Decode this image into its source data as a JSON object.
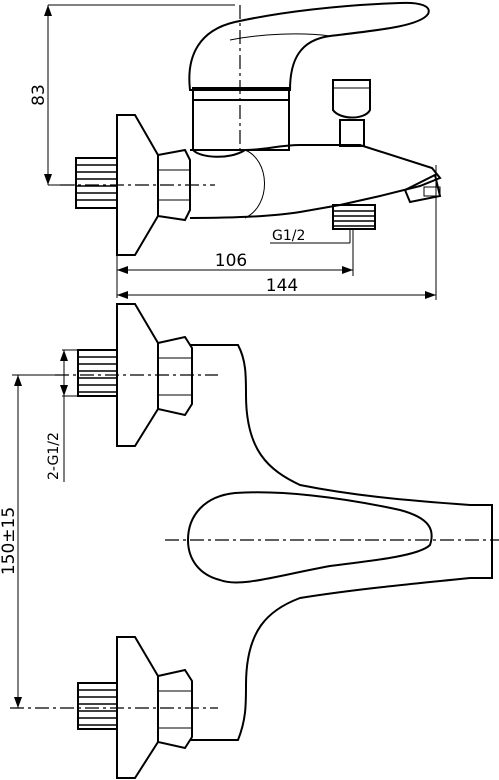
{
  "dimensions": {
    "height_83": "83",
    "length_106": "106",
    "length_144": "144",
    "thread_g12": "G1/2",
    "thread_2g12": "2-G1/2",
    "spacing": "150±15"
  }
}
